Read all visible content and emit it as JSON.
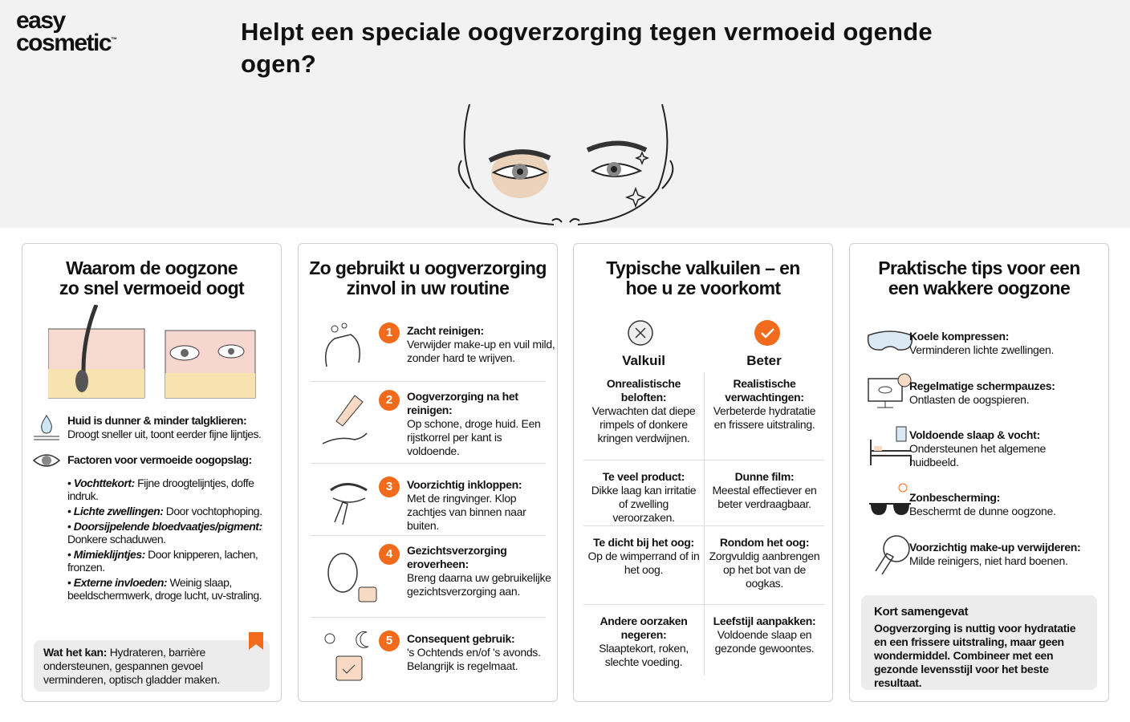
{
  "logo": {
    "line1": "easy",
    "line2": "cosmetic",
    "tm": "™"
  },
  "title": "Helpt een speciale oogverzorging tegen vermoeid ogende ogen?",
  "col1": {
    "heading": "Waarom de oogzone zo snel vermoeid oogt",
    "skin_title": "Huid is dunner & minder talgklieren:",
    "skin_text": "Droogt sneller uit, toont eerder fijne lijntjes.",
    "factors_title": "Factoren voor vermoeide oogopslag:",
    "factors": [
      {
        "b": "Vochttekort:",
        "t": " Fijne droogtelijntjes, doffe indruk."
      },
      {
        "b": "Lichte zwellingen:",
        "t": " Door vochtophoping."
      },
      {
        "b": "Doorsijpelende bloedvaatjes/pigment:",
        "t": " Donkere schaduwen."
      },
      {
        "b": "Mimieklijntjes:",
        "t": " Door knipperen, lachen, fronzen."
      },
      {
        "b": "Externe invloeden:",
        "t": " Weinig slaap, beeldschermwerk, droge lucht, uv-straling."
      }
    ],
    "box_b": "Wat het kan:",
    "box_t": " Hydrateren, barrière ondersteunen, gespannen gevoel verminderen, optisch gladder maken."
  },
  "col2": {
    "heading": "Zo gebruikt u oogverzorging zinvol in uw routine",
    "steps": [
      {
        "n": "1",
        "b": "Zacht reinigen:",
        "t": "Verwijder make-up en vuil mild, zonder hard te wrijven."
      },
      {
        "n": "2",
        "b": "Oogverzorging na het reinigen:",
        "t": "Op schone, droge huid. Een rijstkorrel per kant is voldoende."
      },
      {
        "n": "3",
        "b": "Voorzichtig inkloppen:",
        "t": "Met de ringvinger. Klop zachtjes van binnen naar buiten."
      },
      {
        "n": "4",
        "b": "Gezichtsverzorging eroverheen:",
        "t": "Breng daarna uw gebruikelijke gezichtsverzorging aan."
      },
      {
        "n": "5",
        "b": "Consequent gebruik:",
        "t": "'s Ochtends en/of 's avonds. Belangrijk is regelmaat."
      }
    ]
  },
  "col3": {
    "heading": "Typische valkuilen – en hoe u ze voorkomt",
    "left_label": "Valkuil",
    "right_label": "Beter",
    "rows": [
      {
        "lb": "Onrealistische beloften:",
        "lt": "Verwachten dat diepe rimpels of donkere kringen verdwijnen.",
        "rb": "Realistische verwachtingen:",
        "rt": "Verbeterde hydratatie en frissere uitstraling."
      },
      {
        "lb": "Te veel product:",
        "lt": "Dikke laag kan irritatie of zwelling veroorzaken.",
        "rb": "Dunne film:",
        "rt": "Meestal effectiever en beter verdraagbaar."
      },
      {
        "lb": "Te dicht bij het oog:",
        "lt": "Op de wimperrand of in het oog.",
        "rb": "Rondom het oog:",
        "rt": "Zorgvuldig aanbrengen op het bot van de oogkas."
      },
      {
        "lb": "Andere oorzaken negeren:",
        "lt": "Slaaptekort, roken, slechte voeding.",
        "rb": "Leefstijl aanpakken:",
        "rt": "Voldoende slaap en gezonde gewoontes."
      }
    ]
  },
  "col4": {
    "heading": "Praktische tips voor een een wakkere oogzone",
    "tips": [
      {
        "b": "Koele kompressen:",
        "t": "Verminderen lichte zwellingen."
      },
      {
        "b": "Regelmatige schermpauzes:",
        "t": "Ontlasten de oogspieren."
      },
      {
        "b": "Voldoende slaap & vocht:",
        "t": "Ondersteunen het algemene huidbeeld."
      },
      {
        "b": "Zonbescherming:",
        "t": "Beschermt de dunne oogzone."
      },
      {
        "b": "Voorzichtig make-up verwijderen:",
        "t": "Milde reinigers, niet hard boenen."
      }
    ],
    "summary_title": "Kort samengevat",
    "summary_text": "Oogverzorging is nuttig voor hydratatie en een frissere uitstraling, maar geen wondermiddel. Combineer met een gezonde levensstijl voor het beste resultaat."
  },
  "colors": {
    "accent": "#f26b1d",
    "hero_bg": "#f2f2f2",
    "box_bg": "#ececec"
  }
}
